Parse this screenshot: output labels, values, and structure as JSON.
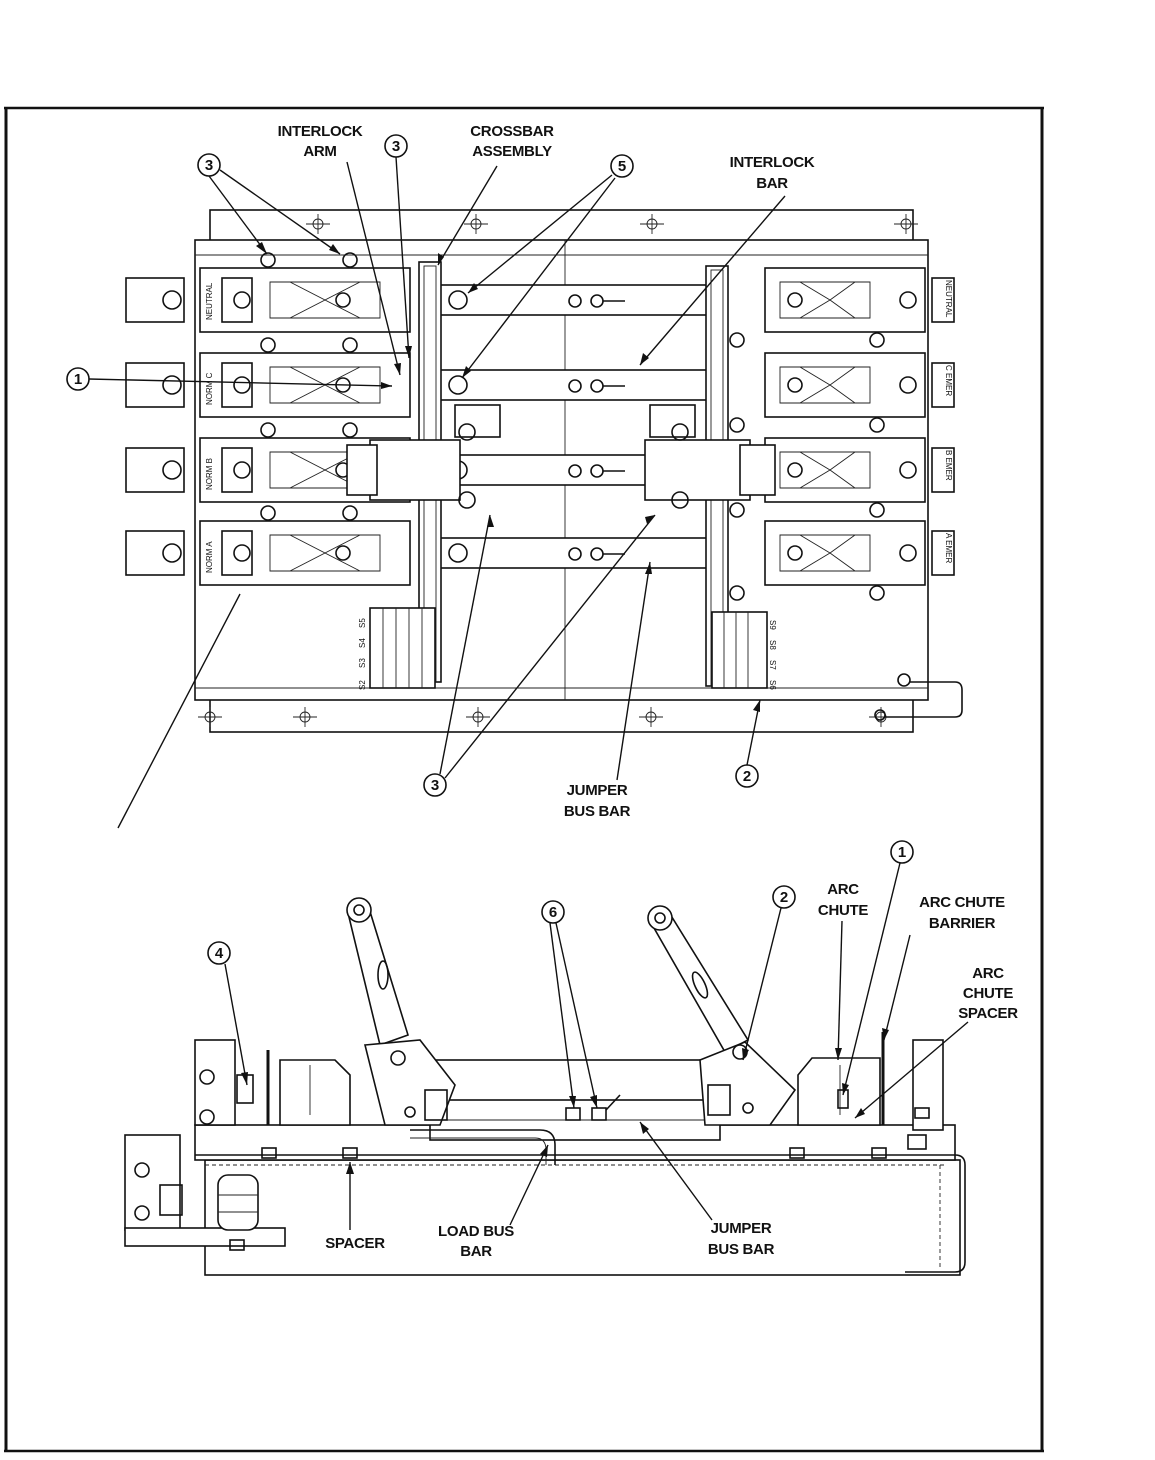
{
  "top_view": {
    "labels": {
      "interlock_arm": [
        "INTERLOCK",
        "ARM"
      ],
      "crossbar_assembly": [
        "CROSSBAR",
        "ASSEMBLY"
      ],
      "interlock_bar": [
        "INTERLOCK",
        "BAR"
      ],
      "jumper_bus_bar": [
        "JUMPER",
        "BUS BAR"
      ]
    },
    "callouts": {
      "c3_left": "3",
      "c3_mid": "3",
      "c5": "5",
      "c1": "1",
      "c3_bottom": "3",
      "c2": "2"
    },
    "phase_tags_left": [
      "NEUTRAL",
      "NORM C",
      "NORM B",
      "NORM A"
    ],
    "phase_tags_right": [
      "NEUTRAL",
      "C EMER",
      "B EMER",
      "A EMER"
    ],
    "switch_tags_left": [
      "S2",
      "S3",
      "S4",
      "S5"
    ],
    "switch_tags_right": [
      "S6",
      "S7",
      "S8",
      "S9"
    ]
  },
  "side_view": {
    "labels": {
      "arc_chute": [
        "ARC",
        "CHUTE"
      ],
      "arc_chute_barrier": [
        "ARC CHUTE",
        "BARRIER"
      ],
      "arc_chute_spacer": [
        "ARC",
        "CHUTE",
        "SPACER"
      ],
      "spacer": "SPACER",
      "load_bus_bar": [
        "LOAD BUS",
        "BAR"
      ],
      "jumper_bus_bar": [
        "JUMPER",
        "BUS BAR"
      ]
    },
    "callouts": {
      "c1": "1",
      "c2": "2",
      "c4": "4",
      "c6": "6"
    }
  }
}
